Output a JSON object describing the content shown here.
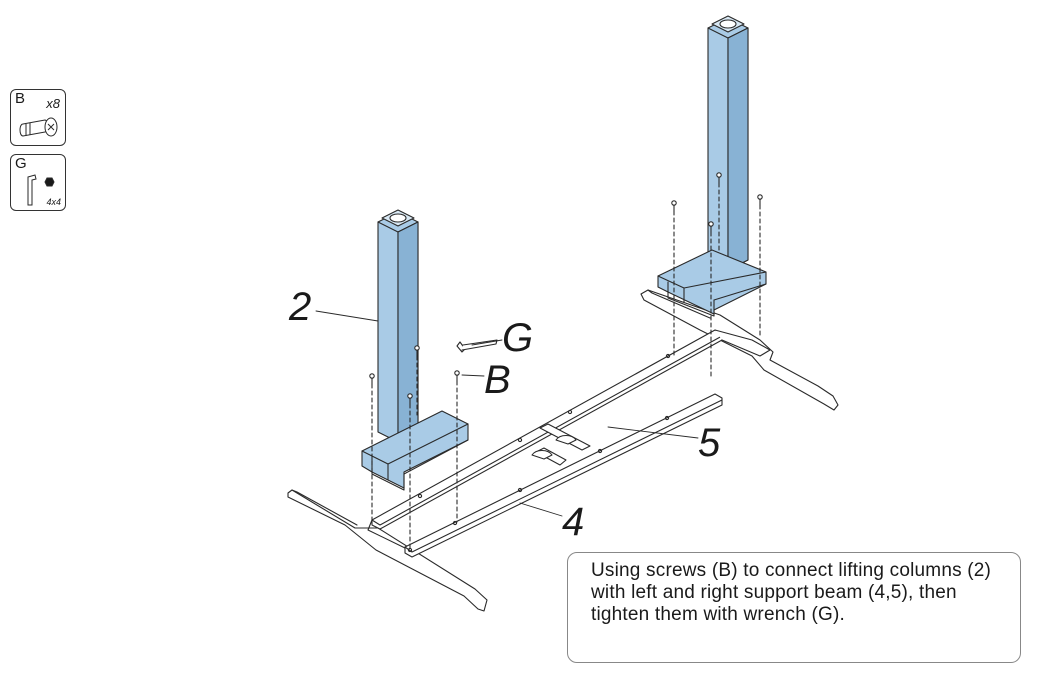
{
  "parts": [
    {
      "letter": "B",
      "quantity": "x8",
      "icon": "screw-icon"
    },
    {
      "letter": "G",
      "size": "4x4",
      "icon": "hex-key-icon"
    }
  ],
  "callouts": {
    "column": "2",
    "wrench": "G",
    "screw": "B",
    "left_beam": "4",
    "right_beam": "5"
  },
  "instruction": "Using screws (B) to connect lifting columns (2) with left and right support beam (4,5), then tighten them with wrench (G).",
  "colors": {
    "column_fill": "#a9cbe6",
    "column_shade": "#88b2d4",
    "outline": "#2a2a2a",
    "frame_fill": "#ffffff"
  }
}
